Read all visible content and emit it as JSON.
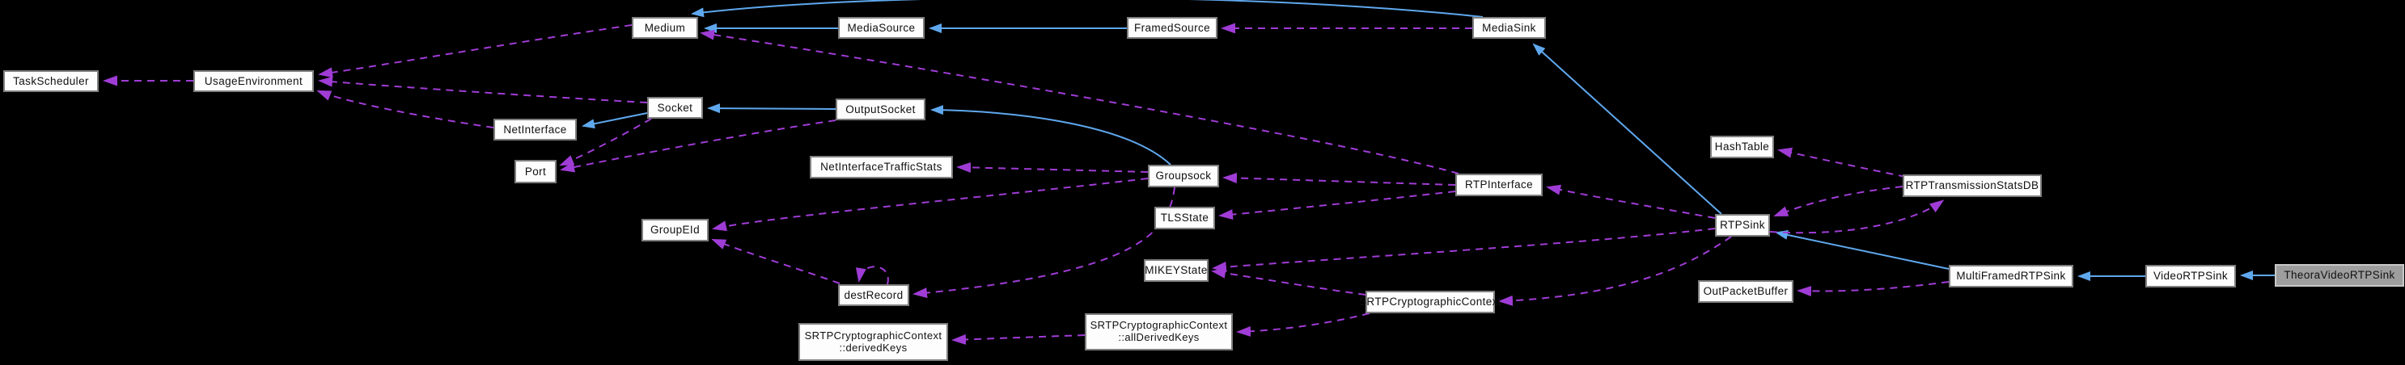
{
  "diagram": {
    "selected_node": "TheoraVideoRTPSink",
    "colors": {
      "background": "#000000",
      "node_fill": "#fdfdfd",
      "node_border": "#7f7f7f",
      "selected_fill": "#9e9e9e",
      "selected_border": "#c8c8c8",
      "inheritance_edge": "#5fa8ee",
      "usage_edge": "#a03cd6",
      "text": "#111111"
    },
    "nodes": {
      "taskScheduler": {
        "label": "TaskScheduler"
      },
      "usageEnvironment": {
        "label": "UsageEnvironment"
      },
      "medium": {
        "label": "Medium"
      },
      "mediaSource": {
        "label": "MediaSource"
      },
      "framedSource": {
        "label": "FramedSource"
      },
      "mediaSink": {
        "label": "MediaSink"
      },
      "socket": {
        "label": "Socket"
      },
      "outputSocket": {
        "label": "OutputSocket"
      },
      "netInterface": {
        "label": "NetInterface"
      },
      "port": {
        "label": "Port"
      },
      "netInterfaceTrafficStats": {
        "label": "NetInterfaceTrafficStats"
      },
      "groupsock": {
        "label": "Groupsock"
      },
      "tlsState": {
        "label": "TLSState"
      },
      "rtpInterface": {
        "label": "RTPInterface"
      },
      "hashTable": {
        "label": "HashTable"
      },
      "rtpSink": {
        "label": "RTPSink"
      },
      "rtpTransmissionStatsDB": {
        "label": "RTPTransmissionStatsDB"
      },
      "groupEId": {
        "label": "GroupEId"
      },
      "mikeyState": {
        "label": "MIKEYState"
      },
      "destRecord": {
        "label": "destRecord"
      },
      "srtpCryptographicContext": {
        "label": "SRTPCryptographicContext"
      },
      "outPacketBuffer": {
        "label": "OutPacketBuffer"
      },
      "multiFramedRTPSink": {
        "label": "MultiFramedRTPSink"
      },
      "videoRTPSink": {
        "label": "VideoRTPSink"
      },
      "theoraVideoRTPSink": {
        "label": "TheoraVideoRTPSink"
      },
      "allDerivedKeys": {
        "label_line1": "SRTPCryptographicContext",
        "label_line2": "::allDerivedKeys"
      },
      "derivedKeys": {
        "label_line1": "SRTPCryptographicContext",
        "label_line2": "::derivedKeys"
      }
    },
    "edges": [
      {
        "from": "MediaSource",
        "to": "Medium",
        "type": "inheritance"
      },
      {
        "from": "FramedSource",
        "to": "MediaSource",
        "type": "inheritance"
      },
      {
        "from": "MediaSink",
        "to": "Medium",
        "type": "inheritance"
      },
      {
        "from": "RTPSink",
        "to": "MediaSink",
        "type": "inheritance"
      },
      {
        "from": "OutputSocket",
        "to": "Socket",
        "type": "inheritance"
      },
      {
        "from": "Groupsock",
        "to": "OutputSocket",
        "type": "inheritance"
      },
      {
        "from": "Socket",
        "to": "NetInterface",
        "type": "inheritance"
      },
      {
        "from": "MultiFramedRTPSink",
        "to": "RTPSink",
        "type": "inheritance"
      },
      {
        "from": "VideoRTPSink",
        "to": "MultiFramedRTPSink",
        "type": "inheritance"
      },
      {
        "from": "TheoraVideoRTPSink",
        "to": "VideoRTPSink",
        "type": "inheritance"
      },
      {
        "from": "UsageEnvironment",
        "to": "TaskScheduler",
        "type": "usage"
      },
      {
        "from": "Medium",
        "to": "UsageEnvironment",
        "type": "usage"
      },
      {
        "from": "Socket",
        "to": "UsageEnvironment",
        "type": "usage"
      },
      {
        "from": "NetInterface",
        "to": "UsageEnvironment",
        "type": "usage"
      },
      {
        "from": "Socket",
        "to": "Port",
        "type": "usage"
      },
      {
        "from": "OutputSocket",
        "to": "Port",
        "type": "usage"
      },
      {
        "from": "MediaSink",
        "to": "FramedSource",
        "type": "usage"
      },
      {
        "from": "Groupsock",
        "to": "NetInterfaceTrafficStats",
        "type": "usage"
      },
      {
        "from": "Groupsock",
        "to": "GroupEId",
        "type": "usage"
      },
      {
        "from": "Groupsock",
        "to": "destRecord",
        "type": "usage"
      },
      {
        "from": "destRecord",
        "to": "GroupEId",
        "type": "usage"
      },
      {
        "from": "destRecord",
        "to": "destRecord",
        "type": "usage"
      },
      {
        "from": "RTPInterface",
        "to": "Groupsock",
        "type": "usage"
      },
      {
        "from": "RTPInterface",
        "to": "TLSState",
        "type": "usage"
      },
      {
        "from": "RTPInterface",
        "to": "Medium",
        "type": "usage"
      },
      {
        "from": "RTPSink",
        "to": "RTPInterface",
        "type": "usage"
      },
      {
        "from": "RTPSink",
        "to": "MIKEYState",
        "type": "usage"
      },
      {
        "from": "RTPSink",
        "to": "SRTPCryptographicContext",
        "type": "usage"
      },
      {
        "from": "RTPSink",
        "to": "RTPTransmissionStatsDB",
        "type": "usage"
      },
      {
        "from": "RTPTransmissionStatsDB",
        "to": "RTPSink",
        "type": "usage"
      },
      {
        "from": "RTPTransmissionStatsDB",
        "to": "HashTable",
        "type": "usage"
      },
      {
        "from": "SRTPCryptographicContext",
        "to": "MIKEYState",
        "type": "usage"
      },
      {
        "from": "SRTPCryptographicContext",
        "to": "SRTPCryptographicContext::allDerivedKeys",
        "type": "usage"
      },
      {
        "from": "SRTPCryptographicContext::allDerivedKeys",
        "to": "SRTPCryptographicContext::derivedKeys",
        "type": "usage"
      },
      {
        "from": "MultiFramedRTPSink",
        "to": "OutPacketBuffer",
        "type": "usage"
      }
    ]
  }
}
